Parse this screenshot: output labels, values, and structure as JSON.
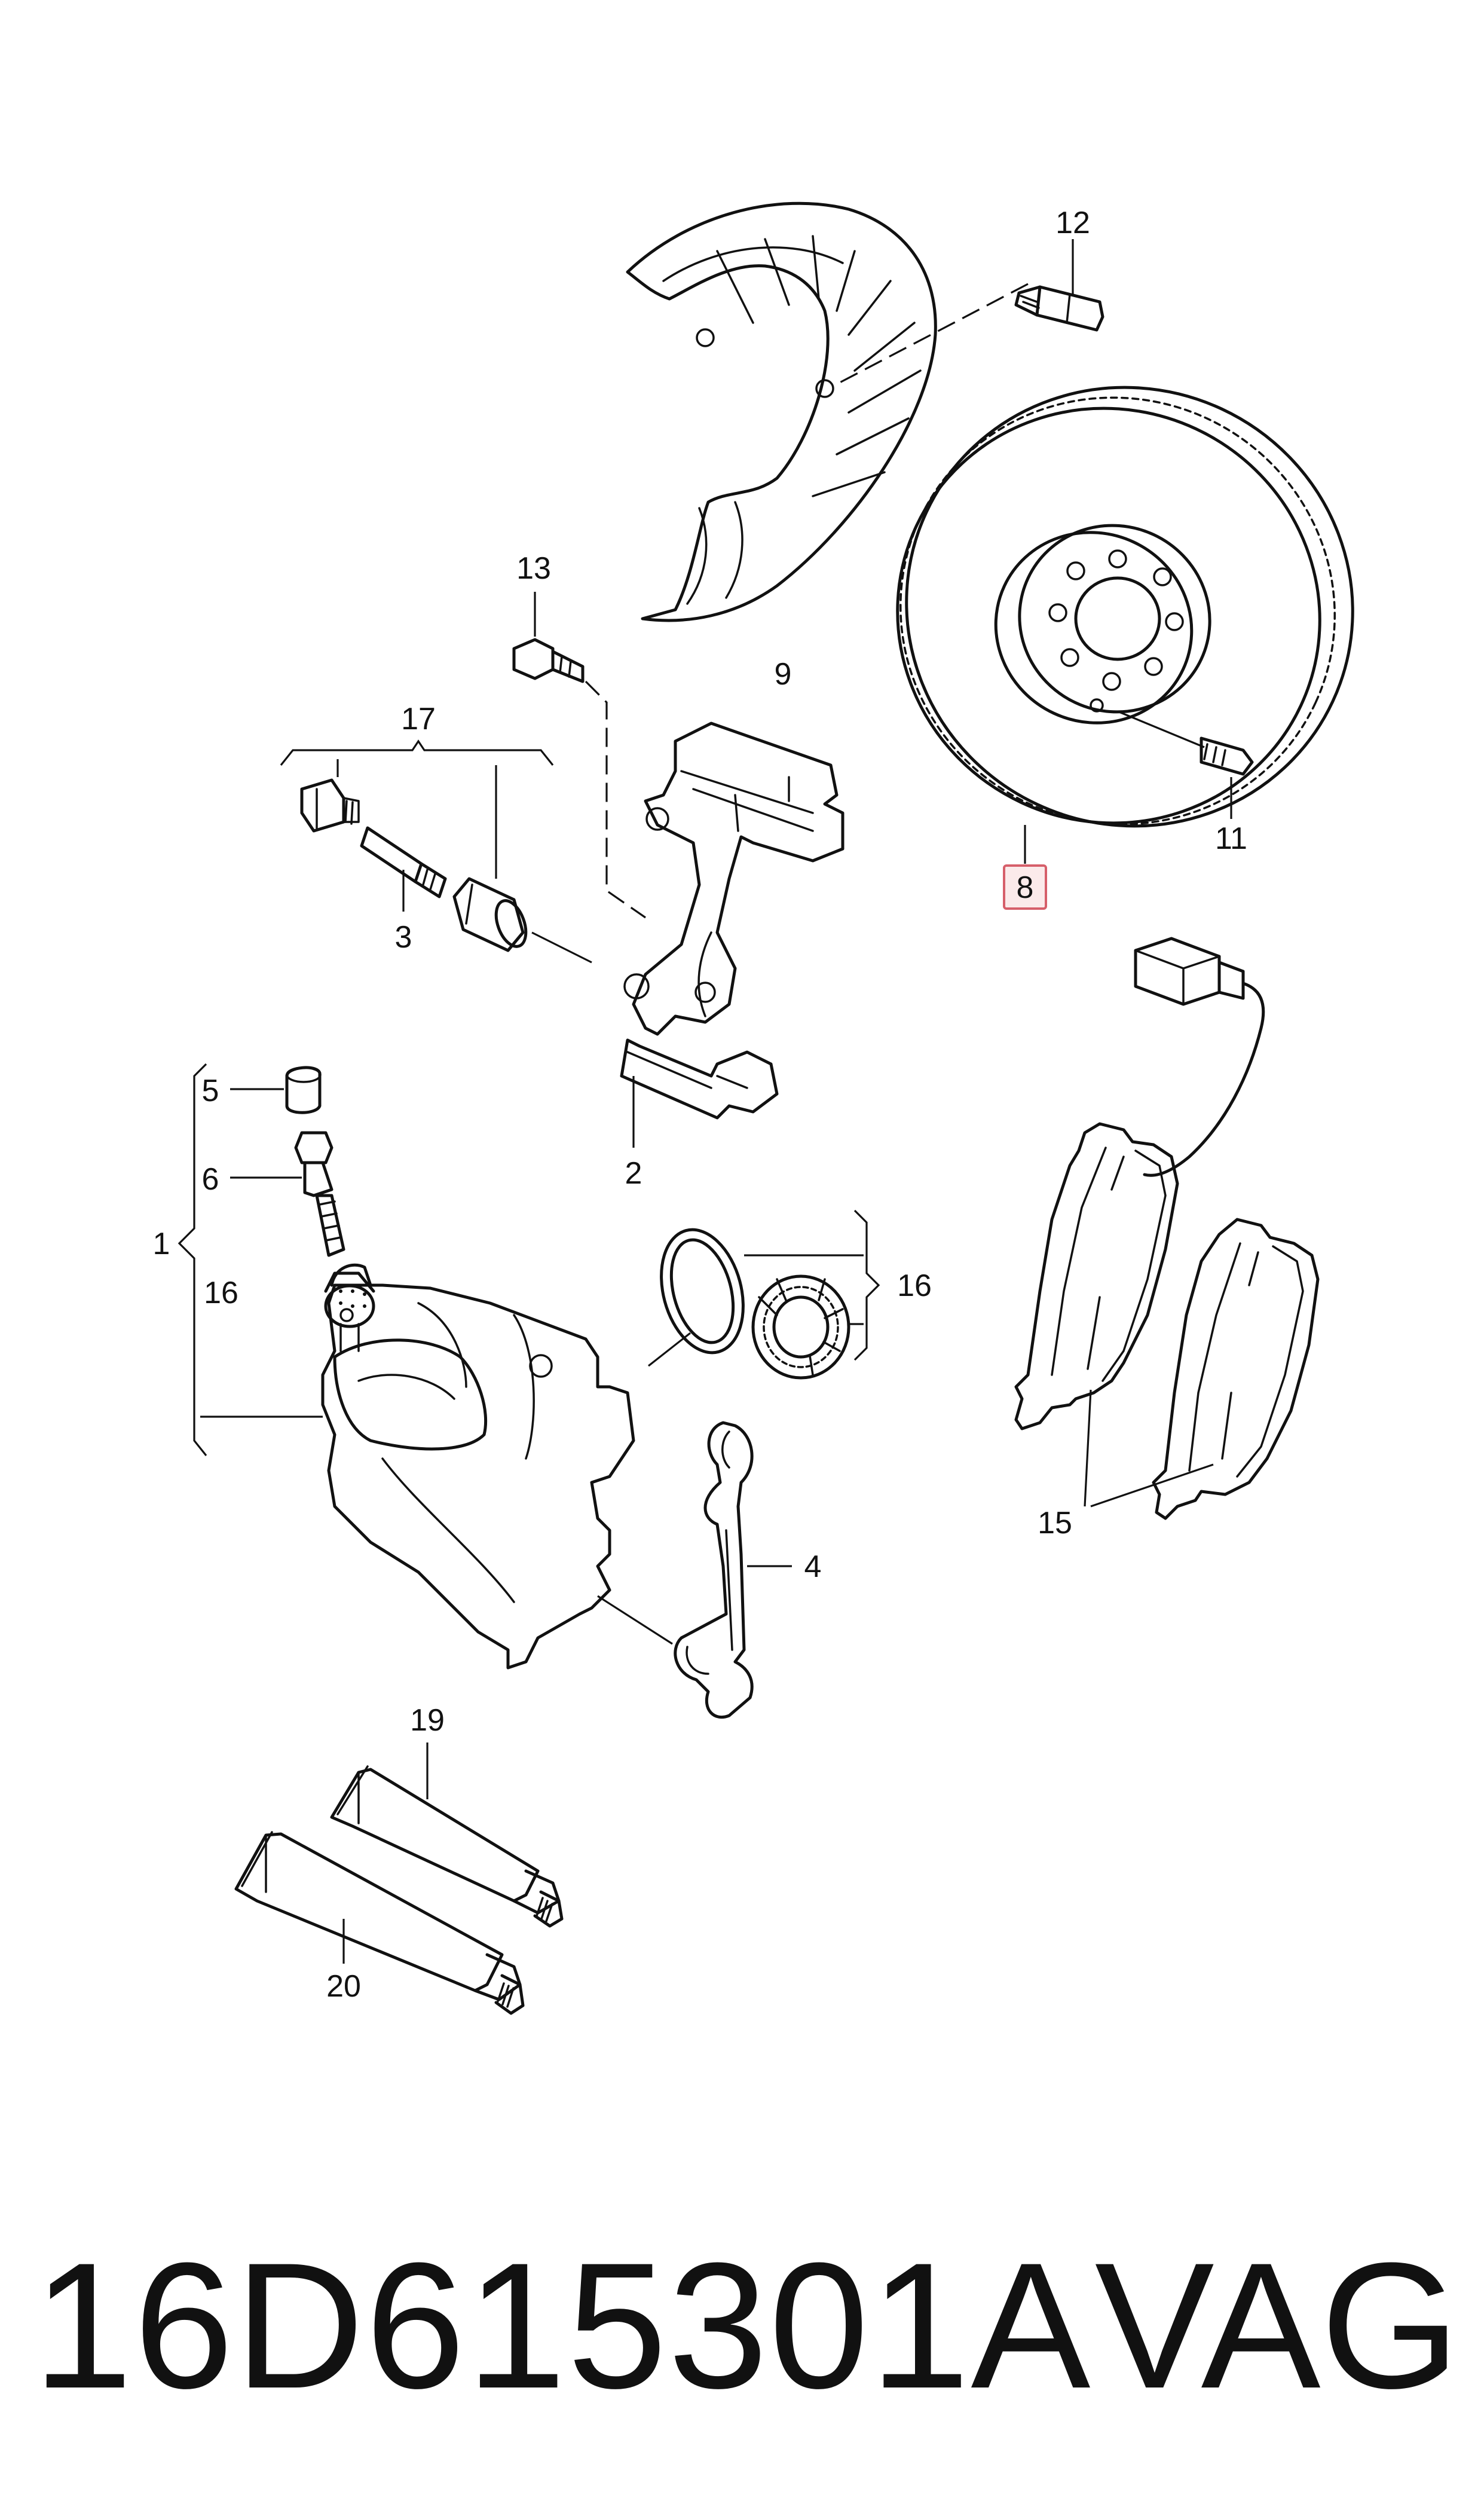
{
  "labels": {
    "l1": "1",
    "l2": "2",
    "l3": "3",
    "l4": "4",
    "l5": "5",
    "l6": "6",
    "l8": "8",
    "l9": "9",
    "l11": "11",
    "l12": "12",
    "l13": "13",
    "l15": "15",
    "l16a": "16",
    "l16b": "16",
    "l17": "17",
    "l19": "19",
    "l20": "20"
  },
  "highlight_color": "#d65f6a",
  "footer": {
    "part_number": "16D615301A",
    "brand": "VAG"
  }
}
